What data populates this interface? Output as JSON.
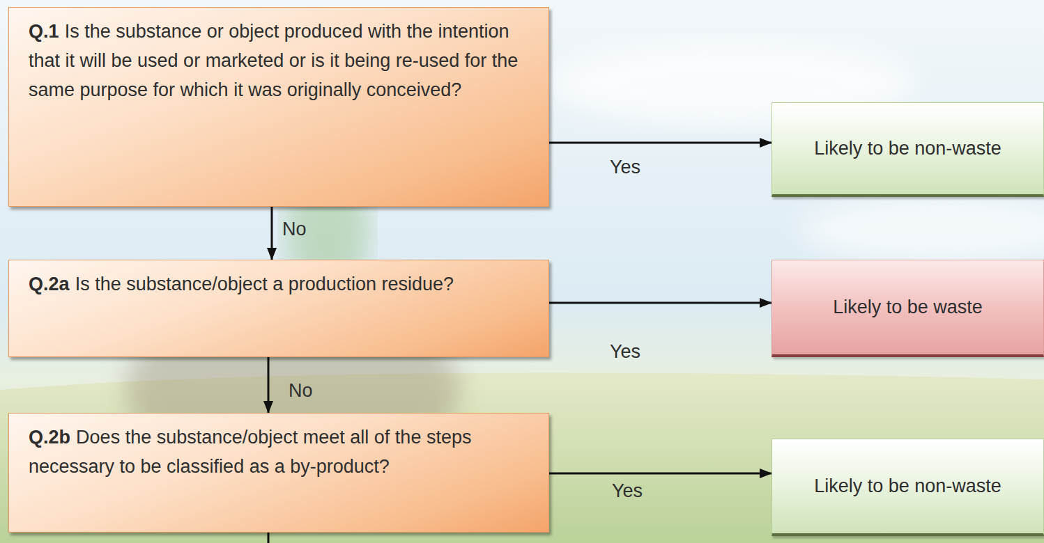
{
  "diagram": {
    "nodes": [
      {
        "text": [
          "Q.1",
          "Is the substance or object produced with the intention that it will be used or marketed or is it being re-used for the same purpose for which it was originally conceived?"
        ]
      },
      {
        "text": [
          "Likely to be non-waste"
        ]
      },
      {
        "text": [
          "Q.2a",
          "Is the substance/object a production residue?"
        ]
      },
      {
        "text": [
          "Likely to be waste"
        ]
      },
      {
        "text": [
          "Q.2b",
          "Does the substance/object meet all of the steps necessary to be classified as a by-product?"
        ]
      },
      {
        "text": [
          "Likely to be non-waste"
        ]
      }
    ],
    "edges": [
      {
        "from": 0,
        "to": 1,
        "arrow": "to",
        "label": "Yes"
      },
      {
        "from": 0,
        "to": 2,
        "arrow": "to",
        "label": "No"
      },
      {
        "from": 2,
        "to": 3,
        "arrow": "to",
        "label": "Yes"
      },
      {
        "from": 2,
        "to": 4,
        "arrow": "to",
        "label": "No"
      },
      {
        "from": 4,
        "to": 5,
        "arrow": "to",
        "label": "Yes"
      }
    ]
  }
}
